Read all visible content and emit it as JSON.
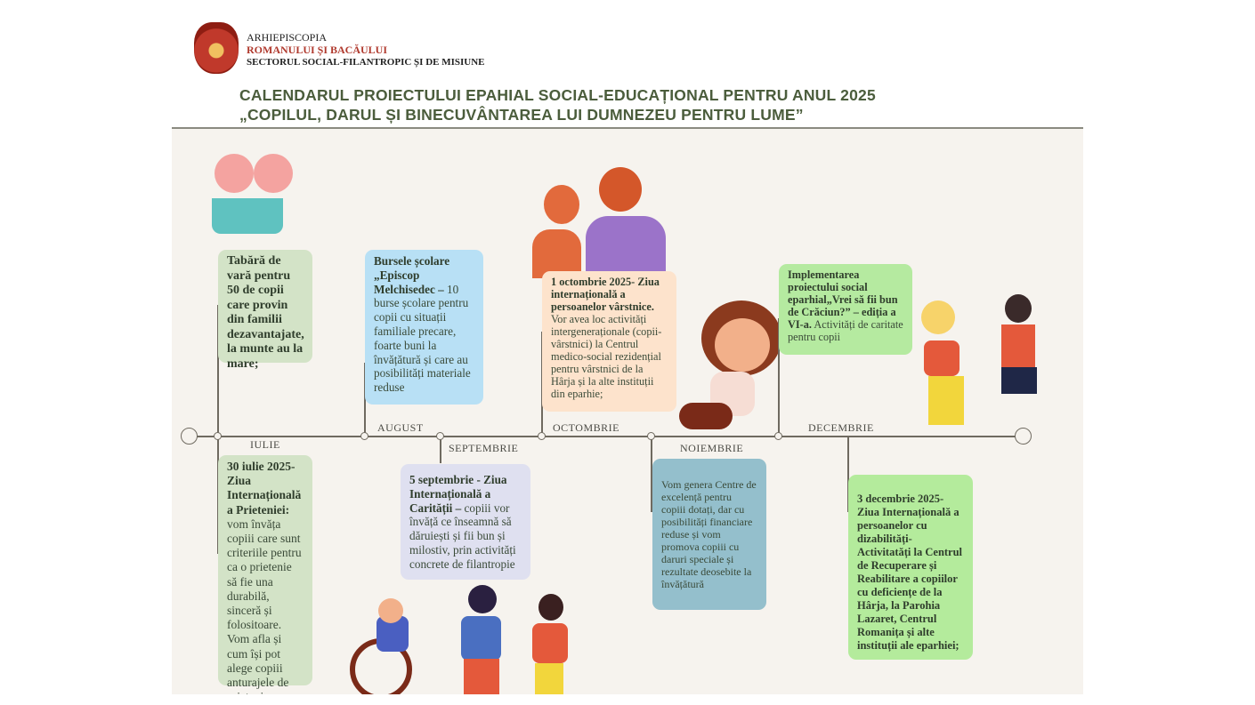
{
  "header": {
    "org_line1": "ARHIEPISCOPIA",
    "org_line2": "ROMANULUI ȘI BACĂULUI",
    "org_line3": "SECTORUL SOCIAL-FILANTROPIC ȘI DE MISIUNE",
    "title_line1": "CALENDARUL PROIECTULUI EPAHIAL SOCIAL-EDUCAȚIONAL PENTRU ANUL 2025",
    "title_line2": "„COPILUL, DARUL ȘI BINECUVÂNTAREA LUI DUMNEZEU PENTRU LUME”"
  },
  "months": [
    "IULIE",
    "AUGUST",
    "SEPTEMBRIE",
    "OCTOMBRIE",
    "NOIEMBRIE",
    "DECEMBRIE"
  ],
  "events": {
    "iulie_top": {
      "bold": "Tabără de vară pentru 50 de copii care provin din familii dezavantajate, la munte au la mare;",
      "text": ""
    },
    "august_top": {
      "bold": "Bursele școlare „Episcop Melchisedec –",
      "text": " 10 burse școlare pentru copii cu situații familiale precare, foarte buni la învățătură și care au posibilități materiale reduse"
    },
    "octombrie_top": {
      "bold": "1 octombrie 2025- Ziua internațională a persoanelor vârstnice.",
      "text": " Vor avea loc activități intergeneraționale (copii-vârstnici) la Centrul medico-social rezidențial pentru vârstnici de la Hârja și la alte instituții din eparhie;"
    },
    "decembrie_top": {
      "bold": "Implementarea proiectului social eparhial„Vrei să fii bun de Crăciun?” – ediția a VI-a.",
      "text": " Activități de caritate pentru copii"
    },
    "iulie_bottom": {
      "bold": "30 iulie 2025- Ziua Internațională a Prieteniei:",
      "text": " vom învăța copiii care sunt criteriile pentru ca o prietenie să fie una durabilă, sinceră și folositoare. Vom afla și cum își pot alege copiii anturajele de prieteni."
    },
    "septembrie_bottom": {
      "bold": "5 septembrie - Ziua Internațională a Carității –",
      "text": " copiii vor învăță ce înseamnă să dăruiești și fii bun și milostiv, prin activități concrete de filantropie"
    },
    "noiembrie_bottom": {
      "bold": "",
      "text": "Vom genera Centre de excelență pentru copiii dotați, dar cu posibilități financiare reduse și vom promova copiii cu daruri speciale și rezultate deosebite la învățătură"
    },
    "decembrie_bottom": {
      "bold": "3 decembrie 2025- Ziua Internațională a persoanelor cu dizabilități- Activitatăți la Centrul de Recuperare și Reabilitare a copiilor cu deficiențe de la Hârja, la Parohia Lazaret, Centrul Romanița și alte instituții ale eparhiei;",
      "text": ""
    }
  },
  "colors": {
    "title": "#4b5d3c",
    "org_red": "#b03a2e",
    "iulie": "#d3e3c7",
    "august": "#b8e0f5",
    "octombrie": "#fde3cc",
    "decembrie_top": "#b5eaa0",
    "septembrie": "#dfe0f0",
    "noiembrie": "#94bfcc",
    "decembrie_bottom": "#b4eb9c"
  }
}
